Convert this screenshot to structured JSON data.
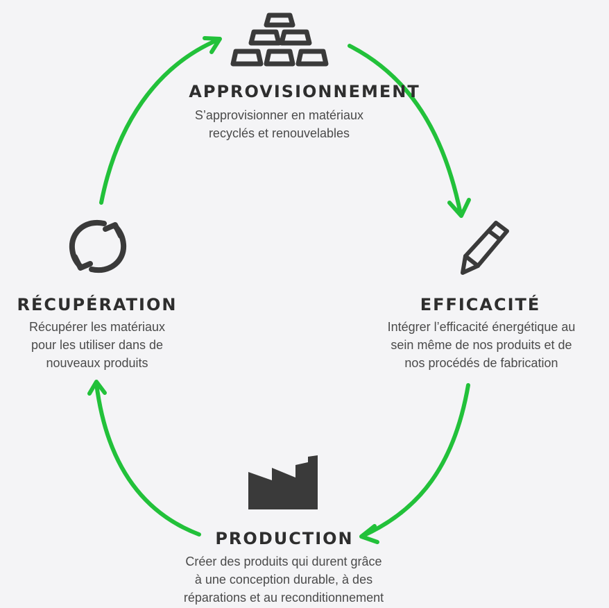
{
  "stages": {
    "sourcing": {
      "title": "APPROVISIONNEMENT",
      "desc_lines": [
        "S’approvisionner en matériaux",
        "recyclés et renouvelables"
      ],
      "icon": "gold-bars-icon"
    },
    "efficiency": {
      "title": "EFFICACITÉ",
      "desc_lines": [
        "Intégrer l’efficacité énergétique au",
        "sein même de nos produits et de",
        "nos procédés de fabrication"
      ],
      "icon": "pencil-icon"
    },
    "production": {
      "title": "PRODUCTION",
      "desc_lines": [
        "Créer des produits qui durent grâce",
        "à une conception durable, à des",
        "réparations et au reconditionnement"
      ],
      "icon": "factory-icon"
    },
    "recovery": {
      "title": "RÉCUPÉRATION",
      "desc_lines": [
        "Récupérer les matériaux",
        "pour les utiliser dans de",
        "nouveaux produits"
      ],
      "icon": "recycle-arrows-icon"
    }
  },
  "colors": {
    "arrow": "#22c13a",
    "icon": "#3a3a3a",
    "background": "#f4f4f6"
  }
}
